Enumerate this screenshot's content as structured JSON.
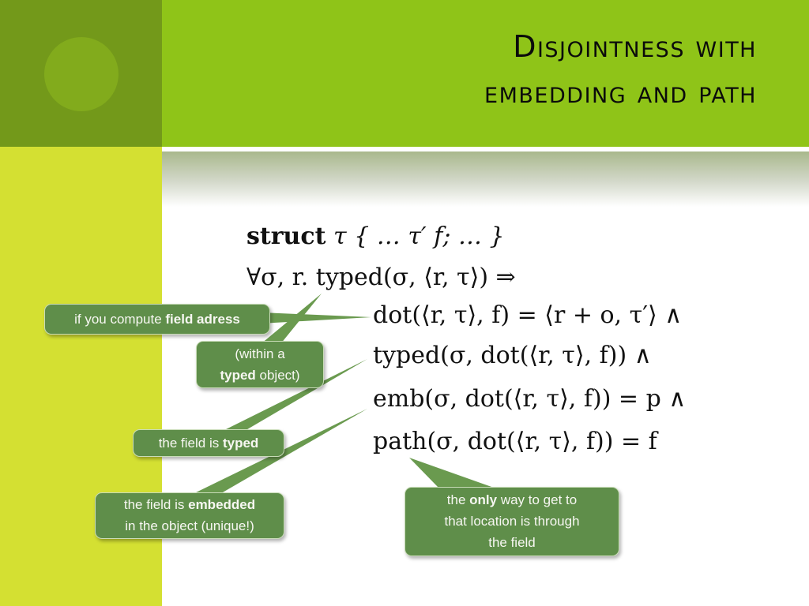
{
  "slide": {
    "title_line1": "Disjointness with",
    "title_line2": "embedding and path",
    "colors": {
      "header": "#8fc418",
      "corner": "#73991a",
      "side": "#d4e032",
      "callout": "#5f8e4a"
    }
  },
  "formula": {
    "line1_keyword": "struct",
    "line1_rest": " τ { … τ′ f; … }",
    "line2": "∀σ, r. typed(σ, ⟨r, τ⟩) ⇒",
    "line3": "dot(⟨r, τ⟩, f) = ⟨r + o, τ′⟩ ∧",
    "line4": "typed(σ, dot(⟨r, τ⟩, f)) ∧",
    "line5": "emb(σ, dot(⟨r, τ⟩, f)) = p ∧",
    "line6": "path(σ, dot(⟨r, τ⟩, f)) = f"
  },
  "callouts": {
    "field_address": {
      "pre": "if you compute ",
      "bold": "field adress"
    },
    "typed_object": {
      "line1": "(within a",
      "bold": "typed",
      "post": " object)"
    },
    "field_typed": {
      "pre": "the field is ",
      "bold": "typed"
    },
    "field_embedded": {
      "pre": "the field is ",
      "bold": "embedded",
      "line2": "in the object (unique!)"
    },
    "only_way": {
      "pre": "the ",
      "bold": "only",
      "post": " way to get to",
      "line2": "that location is through",
      "line3": "the field"
    }
  }
}
